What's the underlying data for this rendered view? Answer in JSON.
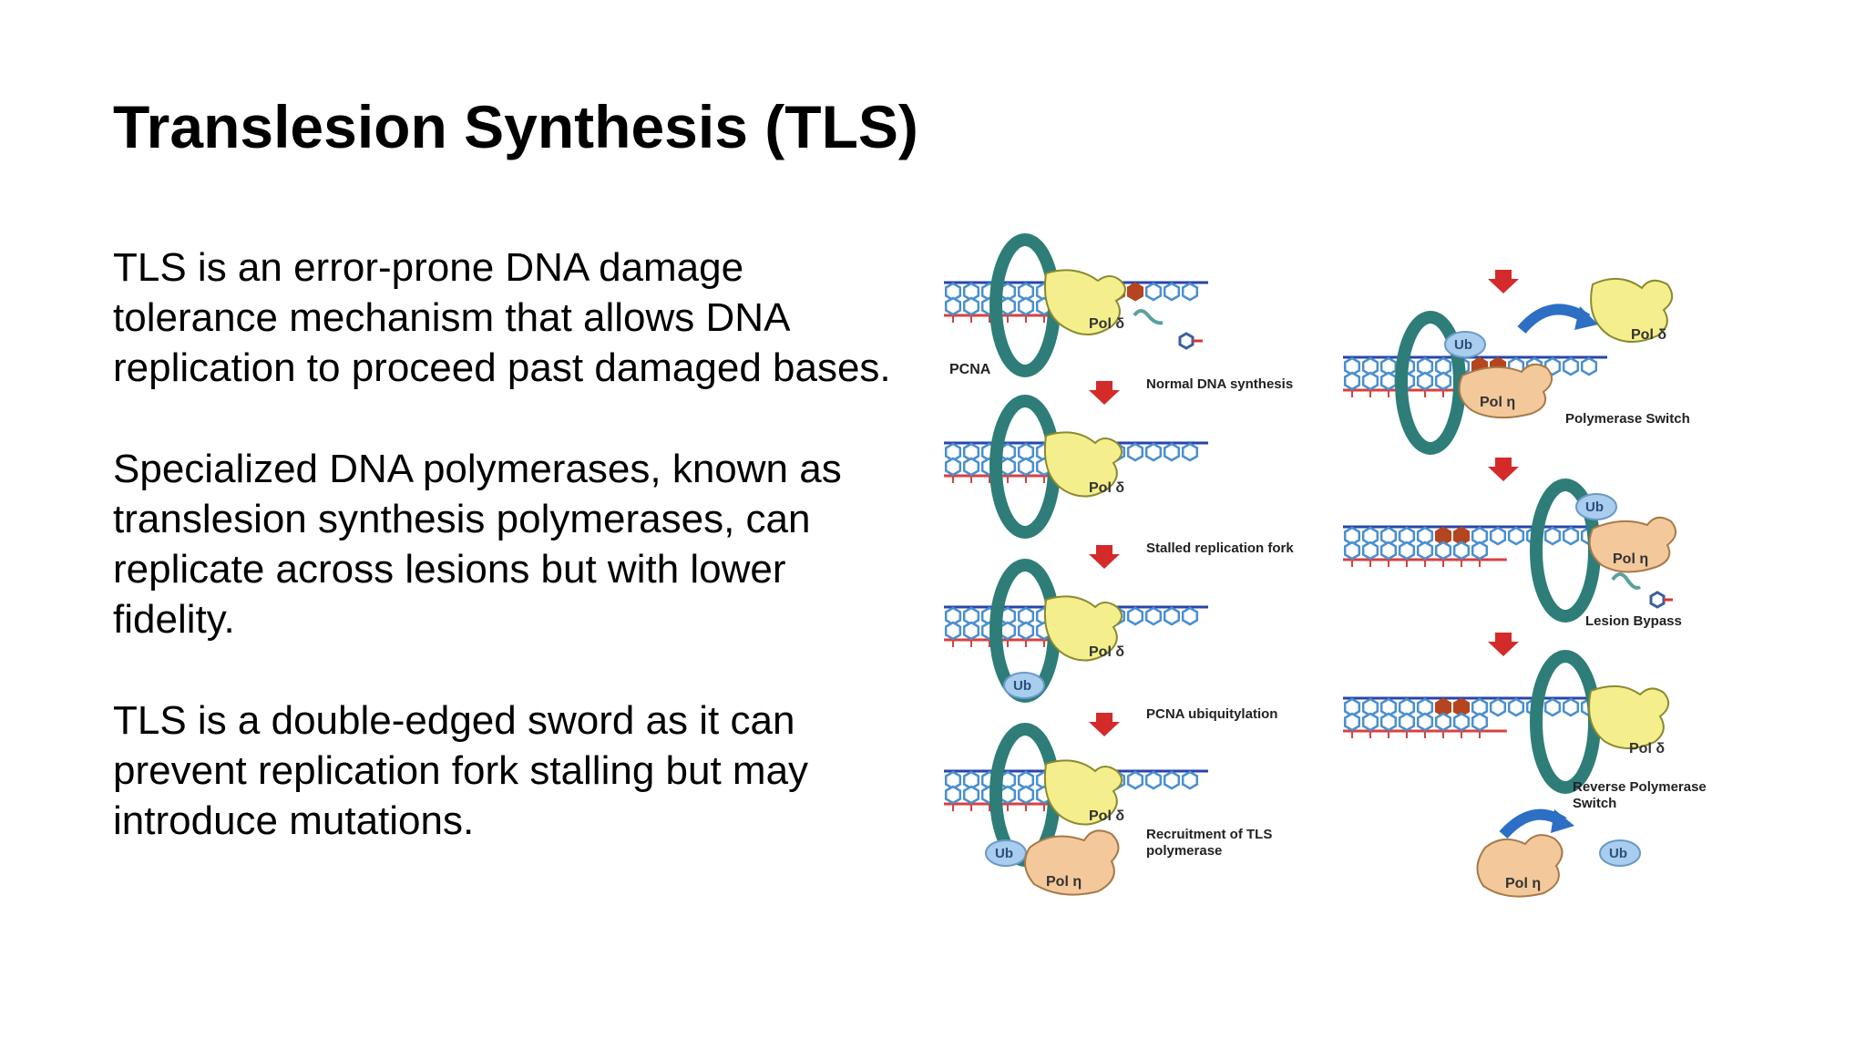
{
  "slide": {
    "title": "Translesion Synthesis (TLS)",
    "paragraphs": [
      "TLS is an error-prone DNA damage tolerance mechanism that allows DNA replication to proceed past damaged bases.",
      "Specialized DNA polymerases, known as translesion synthesis polymerases, can replicate across lesions but with lower fidelity.",
      "TLS is a double-edged sword as it can prevent replication fork stalling but may introduce mutations."
    ]
  },
  "figure": {
    "pcna_label": "PCNA",
    "steps": {
      "normal": "Normal DNA synthesis",
      "stalled": "Stalled replication fork",
      "ubiquitylation": "PCNA ubiquitylation",
      "recruitment_1": "Recruitment of TLS",
      "recruitment_2": "polymerase",
      "switch": "Polymerase Switch",
      "bypass": "Lesion Bypass",
      "reverse_1": "Reverse Polymerase",
      "reverse_2": "Switch"
    },
    "pol_delta": "Pol δ",
    "pol_eta": "Pol η",
    "ub": "Ub",
    "colors": {
      "pcna_ring": "#2e7d78",
      "pol_delta": "#f4ef8c",
      "pol_eta": "#f3c99b",
      "ub": "#a9cdee",
      "dna_base": "#4a8fd0",
      "lesion": "#b4451f",
      "strand_blue": "#2845a8",
      "strand_red": "#d94040",
      "arrow_red": "#d42a2a",
      "arrow_blue": "#2c6fc4"
    }
  }
}
